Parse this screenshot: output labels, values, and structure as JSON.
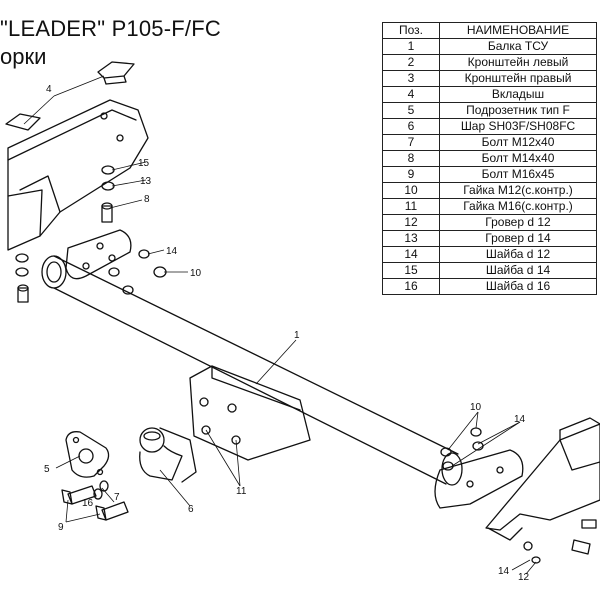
{
  "header": {
    "title": "\"LEADER\" P105-F/FC",
    "subtitle": "орки"
  },
  "parts_table": {
    "columns": [
      "Поз.",
      "НАИМЕНОВАНИЕ"
    ],
    "rows": [
      {
        "pos": "1",
        "name": "Балка ТСУ"
      },
      {
        "pos": "2",
        "name": "Кронштейн левый"
      },
      {
        "pos": "3",
        "name": "Кронштейн правый"
      },
      {
        "pos": "4",
        "name": "Вкладыш"
      },
      {
        "pos": "5",
        "name": "Подрозетник тип F"
      },
      {
        "pos": "6",
        "name": "Шар SH03F/SH08FC"
      },
      {
        "pos": "7",
        "name": "Болт М12х40"
      },
      {
        "pos": "8",
        "name": "Болт М14х40"
      },
      {
        "pos": "9",
        "name": "Болт М16х45"
      },
      {
        "pos": "10",
        "name": "Гайка М12(с.контр.)"
      },
      {
        "pos": "11",
        "name": "Гайка  М16(с.контр.)"
      },
      {
        "pos": "12",
        "name": "Гровер d 12"
      },
      {
        "pos": "13",
        "name": "Гровер d 14"
      },
      {
        "pos": "14",
        "name": "Шайба d 12"
      },
      {
        "pos": "15",
        "name": "Шайба d 14"
      },
      {
        "pos": "16",
        "name": "Шайба d 16"
      }
    ]
  },
  "callouts": {
    "c4": "4",
    "c15": "15",
    "c13": "13",
    "c8": "8",
    "c14a": "14",
    "c10a": "10",
    "c1": "1",
    "c10b": "10",
    "c14b": "14",
    "c11": "11",
    "c5": "5",
    "c16": "16",
    "c7": "7",
    "c9": "9",
    "c6": "6",
    "c14c": "14",
    "c12": "12"
  }
}
